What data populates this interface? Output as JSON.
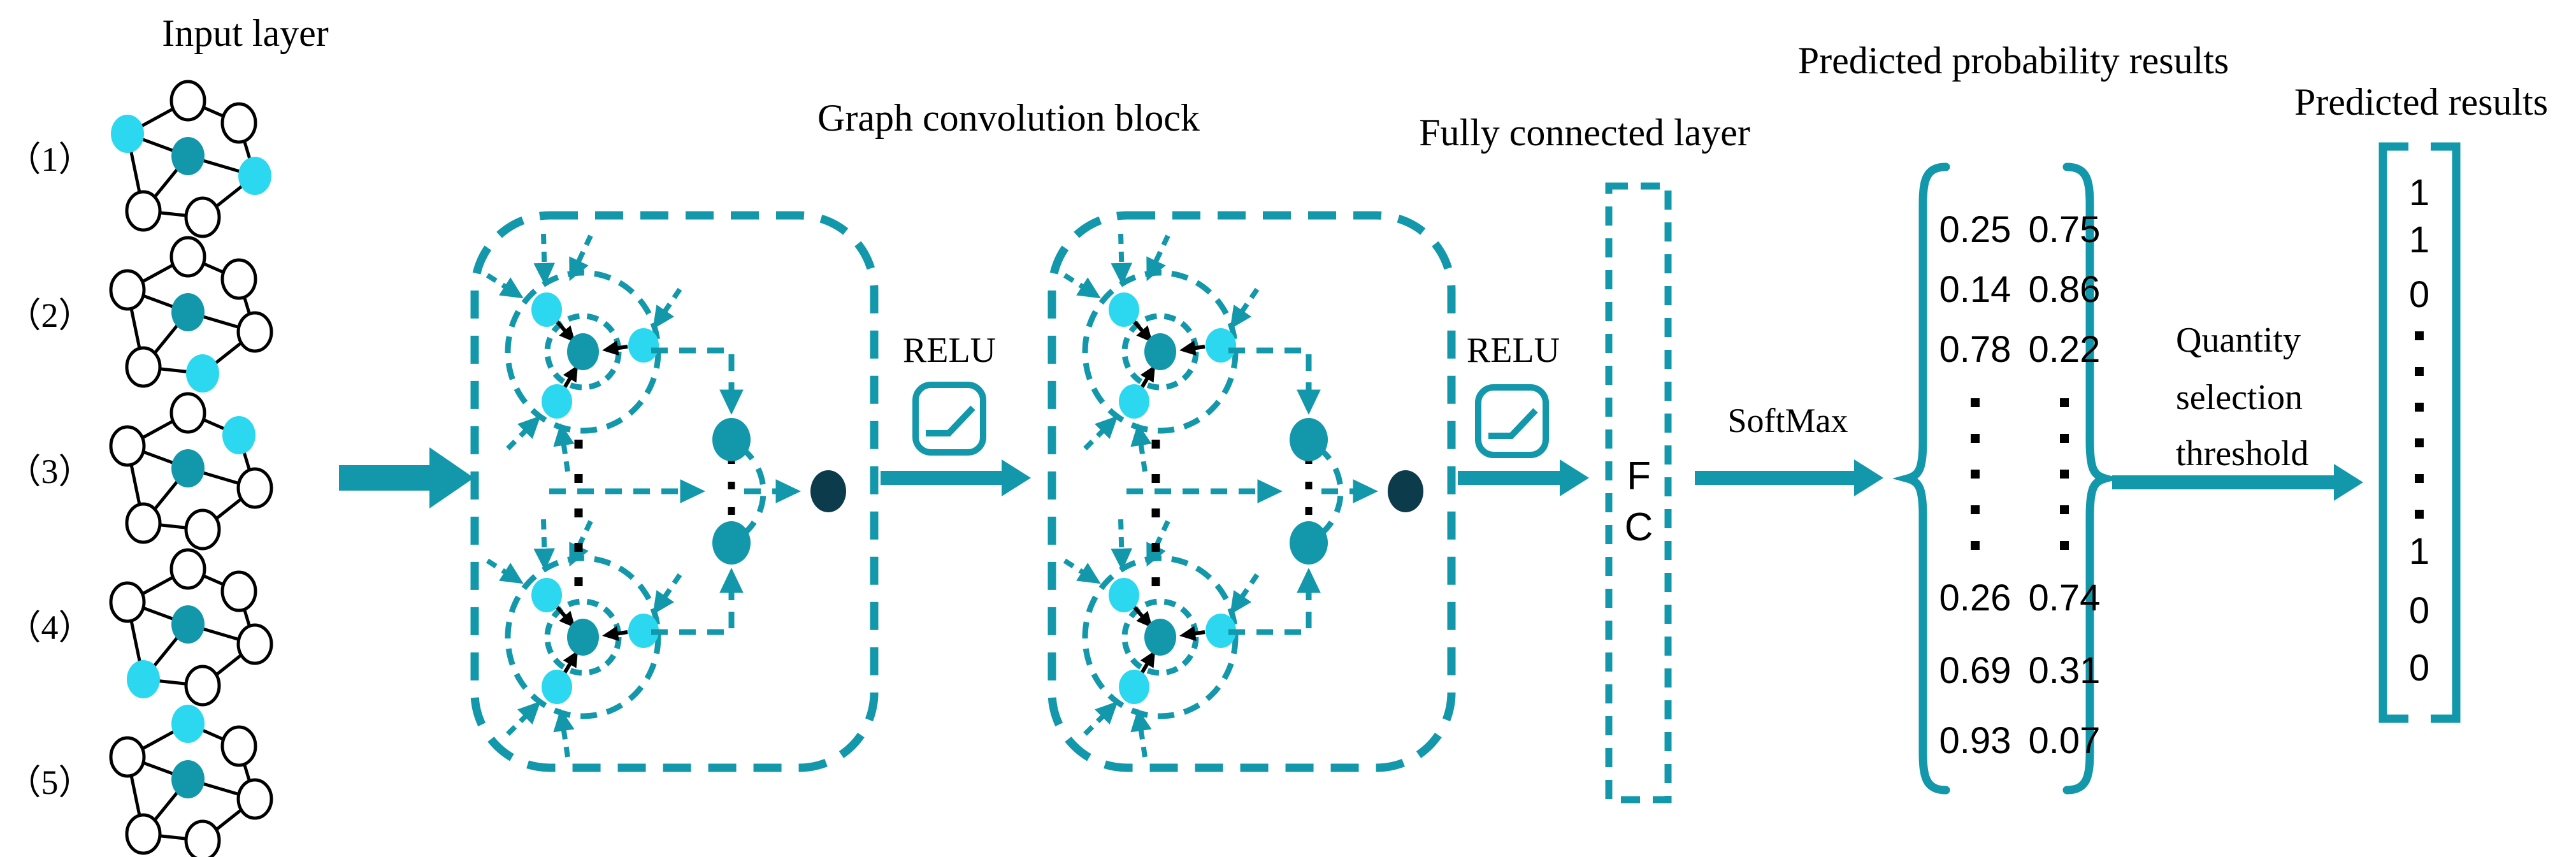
{
  "colors": {
    "teal": "#1298AA",
    "cyan": "#2BD8F0",
    "dark_node": "#0C3C4C",
    "black": "#000000",
    "background": "#FFFFFF"
  },
  "input_layer": {
    "title": "Input layer",
    "graphs": [
      {
        "label": "（1）",
        "highlight": [
          "left",
          "right"
        ]
      },
      {
        "label": "（2）",
        "highlight": [
          "bottom"
        ]
      },
      {
        "label": "（3）",
        "highlight": [
          "top-right"
        ]
      },
      {
        "label": "（4）",
        "highlight": [
          "bottom-left"
        ]
      },
      {
        "label": "（5）",
        "highlight": [
          "top"
        ]
      }
    ]
  },
  "conv": {
    "title": "Graph convolution block",
    "relu1_label": "RELU",
    "relu2_label": "RELU"
  },
  "fc": {
    "title": "Fully connected layer",
    "letters": [
      "F",
      "C"
    ],
    "softmax_label": "SoftMax"
  },
  "probability": {
    "title": "Predicted probability results",
    "rows": [
      [
        "0.25",
        "0.75"
      ],
      [
        "0.14",
        "0.86"
      ],
      [
        "0.78",
        "0.22"
      ],
      [
        "0.26",
        "0.74"
      ],
      [
        "0.69",
        "0.31"
      ],
      [
        "0.93",
        "0.07"
      ]
    ]
  },
  "threshold": {
    "lines": [
      "Quantity",
      "selection",
      "threshold"
    ]
  },
  "predicted": {
    "title": "Predicted results",
    "values": [
      "1",
      "1",
      "0",
      "1",
      "0",
      "0"
    ]
  }
}
